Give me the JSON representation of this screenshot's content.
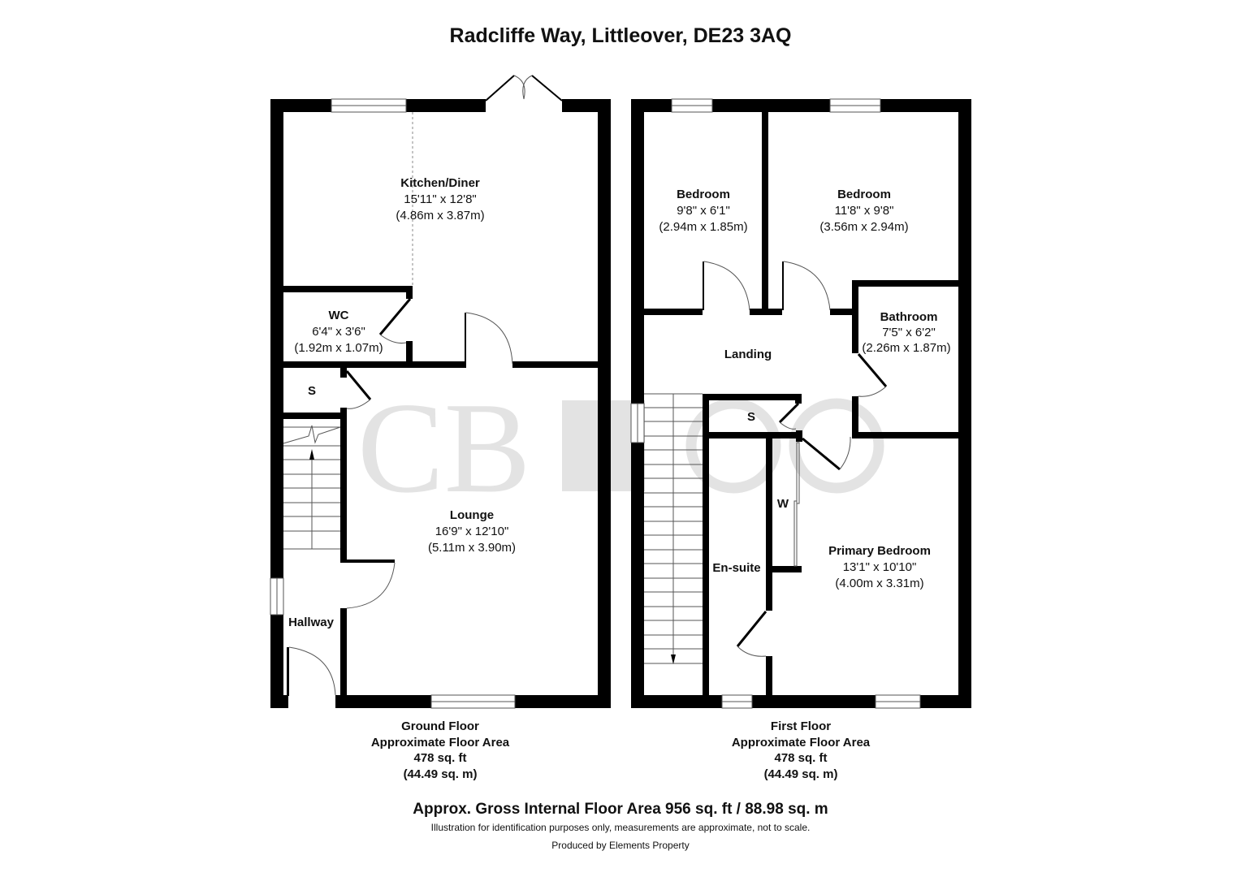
{
  "title": "Radcliffe Way, Littleover, DE23 3AQ",
  "watermark": "CB CO",
  "colors": {
    "wall": "#000000",
    "watermark": "#e3e3e3",
    "line": "#555555"
  },
  "ground_floor": {
    "name": "Ground Floor",
    "area_label": "Approximate Floor Area",
    "area_sqft": "478 sq. ft",
    "area_sqm": "(44.49 sq. m)",
    "rooms": [
      {
        "name": "Kitchen/Diner",
        "imperial": "15'11\" x 12'8\"",
        "metric": "(4.86m x 3.87m)"
      },
      {
        "name": "WC",
        "imperial": "6'4\" x 3'6\"",
        "metric": "(1.92m x 1.07m)"
      },
      {
        "name": "S"
      },
      {
        "name": "Lounge",
        "imperial": "16'9\" x 12'10\"",
        "metric": "(5.11m x 3.90m)"
      },
      {
        "name": "Hallway"
      }
    ]
  },
  "first_floor": {
    "name": "First Floor",
    "area_label": "Approximate Floor Area",
    "area_sqft": "478 sq. ft",
    "area_sqm": "(44.49 sq. m)",
    "rooms": [
      {
        "name": "Bedroom",
        "imperial": "9'8\" x 6'1\"",
        "metric": "(2.94m x 1.85m)"
      },
      {
        "name": "Bedroom",
        "imperial": "11'8\" x 9'8\"",
        "metric": "(3.56m x 2.94m)"
      },
      {
        "name": "Bathroom",
        "imperial": "7'5\" x 6'2\"",
        "metric": "(2.26m x 1.87m)"
      },
      {
        "name": "Landing"
      },
      {
        "name": "S"
      },
      {
        "name": "W"
      },
      {
        "name": "En-suite"
      },
      {
        "name": "Primary Bedroom",
        "imperial": "13'1\" x 10'10\"",
        "metric": "(4.00m x 3.31m)"
      }
    ]
  },
  "footer": {
    "gross": "Approx. Gross Internal Floor Area 956 sq. ft / 88.98 sq. m",
    "disclaimer": "Illustration for identification purposes only, measurements are approximate, not to scale.",
    "produced_by": "Produced by Elements Property"
  }
}
